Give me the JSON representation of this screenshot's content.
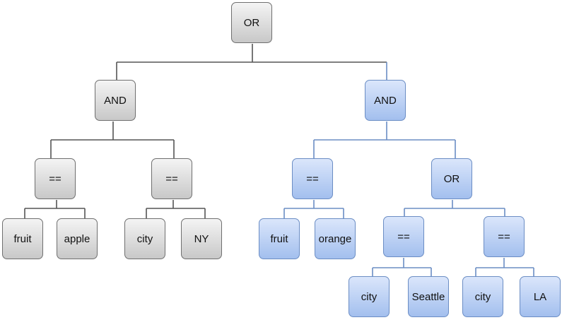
{
  "tree": {
    "root": "OR",
    "left": {
      "op": "AND",
      "cond1": {
        "op": "==",
        "lhs": "fruit",
        "rhs": "apple"
      },
      "cond2": {
        "op": "==",
        "lhs": "city",
        "rhs": "NY"
      }
    },
    "right": {
      "op": "AND",
      "cond1": {
        "op": "==",
        "lhs": "fruit",
        "rhs": "orange"
      },
      "or": {
        "op": "OR",
        "cond1": {
          "op": "==",
          "lhs": "city",
          "rhs": "Seattle"
        },
        "cond2": {
          "op": "==",
          "lhs": "city",
          "rhs": "LA"
        }
      }
    }
  },
  "colors": {
    "unhighlighted_fill": "#d8d8d8",
    "unhighlighted_border": "#6f6f6f",
    "highlighted_fill": "#b7cdf3",
    "highlighted_border": "#6b8dc4"
  }
}
